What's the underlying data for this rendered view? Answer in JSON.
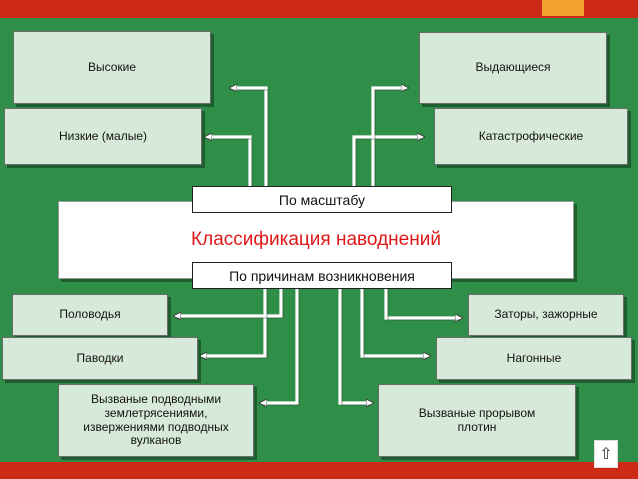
{
  "diagram": {
    "title": "Классификация наводнений",
    "scale_label": "По масштабу",
    "cause_label": "По  причинам возникновения",
    "scale_items": {
      "left": [
        "Высокие",
        "Низкие (малые)"
      ],
      "right": [
        "Выдающиеся",
        "Катастрофические"
      ]
    },
    "cause_items": {
      "left": [
        "Половодья",
        "Паводки",
        "Вызваные подводными землетрясениями, извержениями подводных вулканов"
      ],
      "right": [
        "Заторы, зажорные",
        "Нагонные",
        "Вызваные прорывом плотин"
      ]
    }
  },
  "colors": {
    "background": "#2f8f48",
    "accent_bar": "#cc2a16",
    "corner_tab": "#f2a22c",
    "node_fill": "#d7ead9",
    "title_text": "#e01818"
  },
  "icons": {
    "nav": "home-icon"
  }
}
